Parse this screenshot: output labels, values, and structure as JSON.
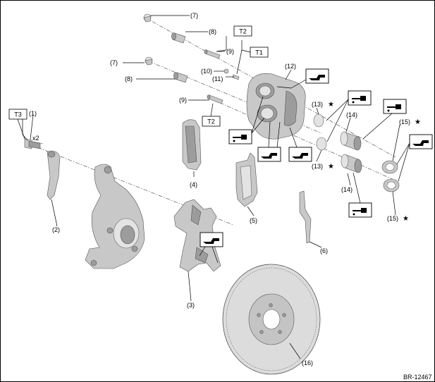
{
  "diagram": {
    "code": "BR-12467",
    "part_labels": [
      "(1)",
      "(2)",
      "(3)",
      "(4)",
      "(5)",
      "(6)",
      "(7)",
      "(7)",
      "(8)",
      "(8)",
      "(9)",
      "(9)",
      "(10)",
      "(11)",
      "(12)",
      "(13)",
      "(13)",
      "(14)",
      "(14)",
      "(15)",
      "(15)",
      "(16)"
    ],
    "quantity": "x2",
    "torque_labels": [
      "T1",
      "T2",
      "T2",
      "T3"
    ],
    "star_symbol": "★",
    "icons": [
      "grease-gun-icon",
      "brake-fluid-icon"
    ]
  }
}
